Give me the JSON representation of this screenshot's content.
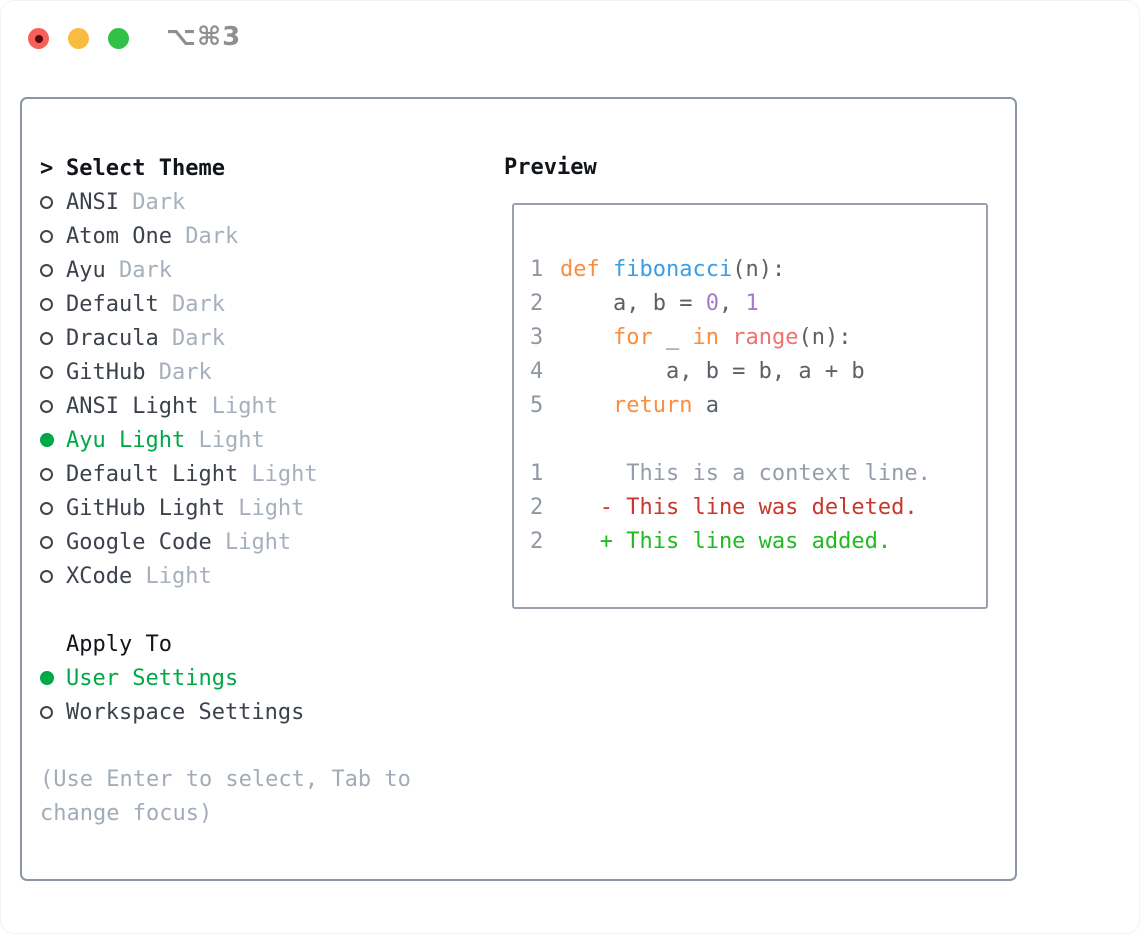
{
  "window": {
    "title": "⌥⌘3",
    "traffic_lights": [
      {
        "name": "close",
        "color": "#f4605a",
        "has_dot": true,
        "dot_color": "#5a0a04"
      },
      {
        "name": "minimize",
        "color": "#f8bc40",
        "has_dot": false
      },
      {
        "name": "zoom",
        "color": "#32c146",
        "has_dot": false
      }
    ]
  },
  "theme_selector": {
    "header": {
      "marker": ">",
      "label": "Select Theme"
    },
    "items": [
      {
        "name": "ANSI",
        "variant": "Dark",
        "selected": false
      },
      {
        "name": "Atom One",
        "variant": "Dark",
        "selected": false
      },
      {
        "name": "Ayu",
        "variant": "Dark",
        "selected": false
      },
      {
        "name": "Default",
        "variant": "Dark",
        "selected": false
      },
      {
        "name": "Dracula",
        "variant": "Dark",
        "selected": false
      },
      {
        "name": "GitHub",
        "variant": "Dark",
        "selected": false
      },
      {
        "name": "ANSI Light",
        "variant": "Light",
        "selected": false
      },
      {
        "name": "Ayu Light",
        "variant": "Light",
        "selected": true
      },
      {
        "name": "Default Light",
        "variant": "Light",
        "selected": false
      },
      {
        "name": "GitHub Light",
        "variant": "Light",
        "selected": false
      },
      {
        "name": "Google Code",
        "variant": "Light",
        "selected": false
      },
      {
        "name": "XCode",
        "variant": "Light",
        "selected": false
      }
    ],
    "apply_to": {
      "header": "Apply To",
      "options": [
        {
          "label": "User Settings",
          "selected": true
        },
        {
          "label": "Workspace Settings",
          "selected": false
        }
      ]
    },
    "help": [
      "(Use Enter to select, Tab to",
      "change focus)"
    ]
  },
  "preview": {
    "label": "Preview",
    "syntax": {
      "keyword": "#fa8d3e",
      "function": "#399ee6",
      "number": "#a37acc",
      "call": "#f07171",
      "default": "#5a6066",
      "context": "#959da8",
      "deleted": "#c8372d",
      "added": "#1fbb20",
      "line_number": "#8f97a1"
    },
    "lines": [
      {
        "num": "1",
        "kind": "code",
        "segments": [
          {
            "text": "def ",
            "color": "keyword"
          },
          {
            "text": "fibonacci",
            "color": "function"
          },
          {
            "text": "(n):",
            "color": "default"
          }
        ]
      },
      {
        "num": "2",
        "kind": "code",
        "segments": [
          {
            "text": "    a, b = ",
            "color": "default"
          },
          {
            "text": "0",
            "color": "number"
          },
          {
            "text": ", ",
            "color": "default"
          },
          {
            "text": "1",
            "color": "number"
          }
        ]
      },
      {
        "num": "3",
        "kind": "code",
        "segments": [
          {
            "text": "    ",
            "color": "default"
          },
          {
            "text": "for",
            "color": "keyword"
          },
          {
            "text": " _ ",
            "color": "default"
          },
          {
            "text": "in",
            "color": "keyword"
          },
          {
            "text": " ",
            "color": "default"
          },
          {
            "text": "range",
            "color": "call"
          },
          {
            "text": "(n):",
            "color": "default"
          }
        ]
      },
      {
        "num": "4",
        "kind": "code",
        "segments": [
          {
            "text": "        a, b = b, a + b",
            "color": "default"
          }
        ]
      },
      {
        "num": "5",
        "kind": "code",
        "segments": [
          {
            "text": "    ",
            "color": "default"
          },
          {
            "text": "return",
            "color": "keyword"
          },
          {
            "text": " a",
            "color": "default"
          }
        ]
      },
      {
        "num": "",
        "kind": "blank",
        "segments": []
      },
      {
        "num": "1",
        "kind": "diff-context",
        "segments": [
          {
            "text": "     This is a context line.",
            "color": "context"
          }
        ]
      },
      {
        "num": "2",
        "kind": "diff-deleted",
        "segments": [
          {
            "text": "   - This line was deleted.",
            "color": "deleted"
          }
        ]
      },
      {
        "num": "2",
        "kind": "diff-added",
        "segments": [
          {
            "text": "   + This line was added.",
            "color": "added"
          }
        ]
      }
    ]
  },
  "colors": {
    "accent_green": "#00a848",
    "header_text": "#111418",
    "item_text": "#3c424c",
    "variant_muted": "#a6b0bc",
    "help_muted": "#a2acb8",
    "panel_border": "#8b95a3",
    "radio_outline": "#40454d"
  }
}
